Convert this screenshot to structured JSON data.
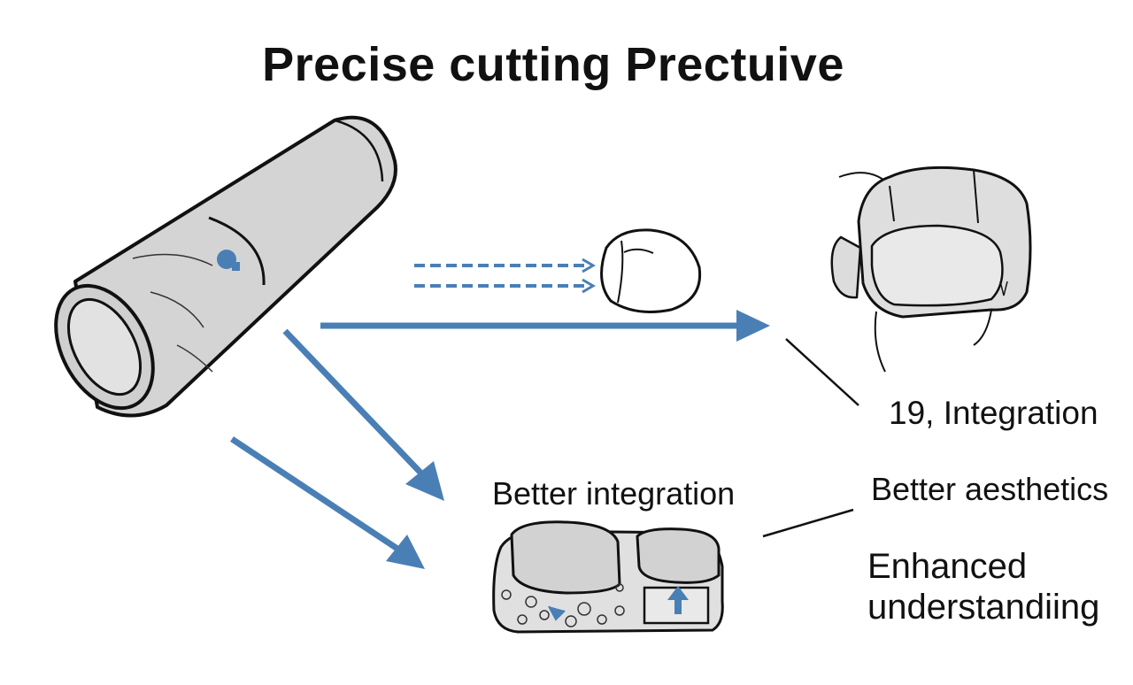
{
  "title": "Precise cutting Prectuive",
  "labels": {
    "integration_numbered": "19, Integration",
    "better_integration": "Better integration",
    "better_aesthetics": "Better aesthetics",
    "enhanced_line1": "Enhanced",
    "enhanced_line2": "understandiing"
  },
  "colors": {
    "arrow_blue": "#4a7fb5",
    "line_black": "#111111",
    "fill_gray": "#d4d4d4",
    "fill_light": "#e6e6e6"
  },
  "icons": {
    "tool": "cutting-tool-icon",
    "tooth_top": "tooth-crown-icon",
    "tooth_small": "tooth-icon",
    "tooth_block": "tooth-block-icon"
  }
}
